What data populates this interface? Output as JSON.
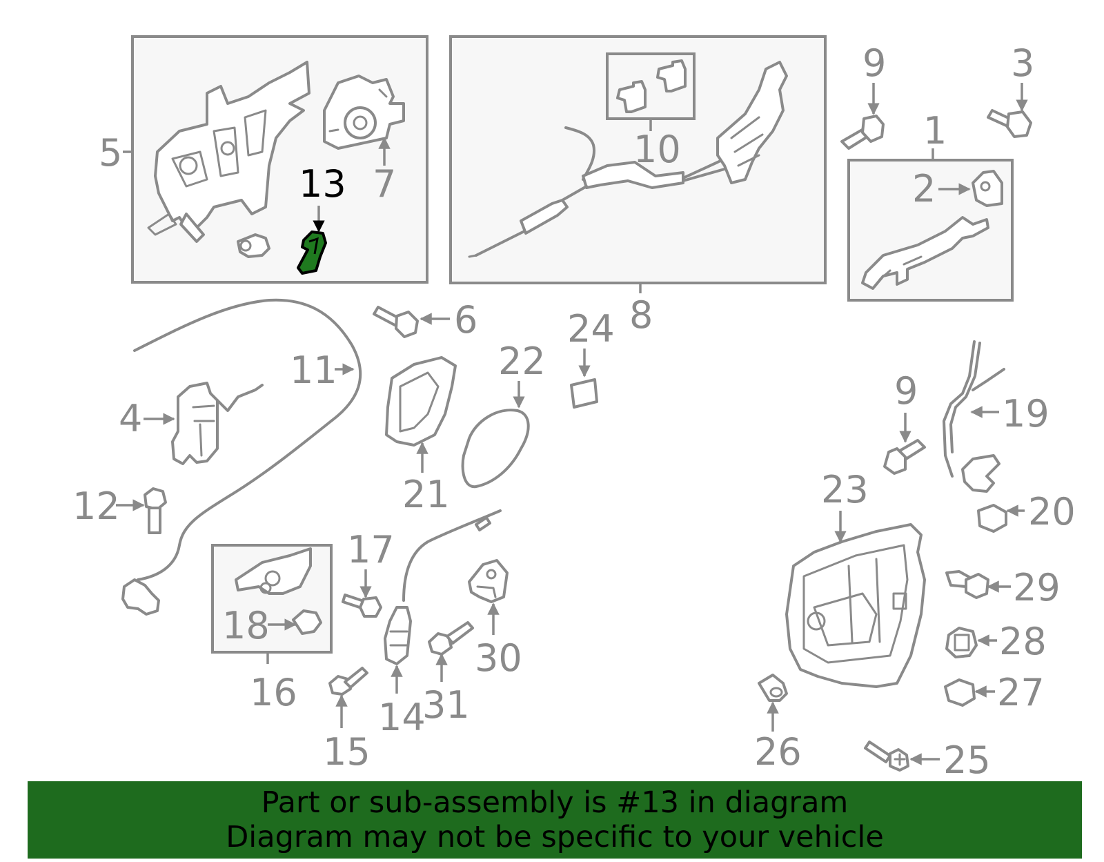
{
  "highlight_color": "#1f7a1f",
  "banner_color": "#1e6b1e",
  "line_color": "#8a8a8a",
  "labels": {
    "l1": "1",
    "l2": "2",
    "l3": "3",
    "l4": "4",
    "l5": "5",
    "l6": "6",
    "l7": "7",
    "l8": "8",
    "l9a": "9",
    "l9b": "9",
    "l10": "10",
    "l11": "11",
    "l12": "12",
    "l13": "13",
    "l14": "14",
    "l15": "15",
    "l16": "16",
    "l17": "17",
    "l18": "18",
    "l19": "19",
    "l20": "20",
    "l21": "21",
    "l22": "22",
    "l23": "23",
    "l24": "24",
    "l25": "25",
    "l26": "26",
    "l27": "27",
    "l28": "28",
    "l29": "29",
    "l30": "30",
    "l31": "31"
  },
  "highlighted_part": "13",
  "banner": {
    "line1": "Part or sub-assembly is #13 in diagram",
    "line2": "Diagram may not be specific to your vehicle"
  }
}
